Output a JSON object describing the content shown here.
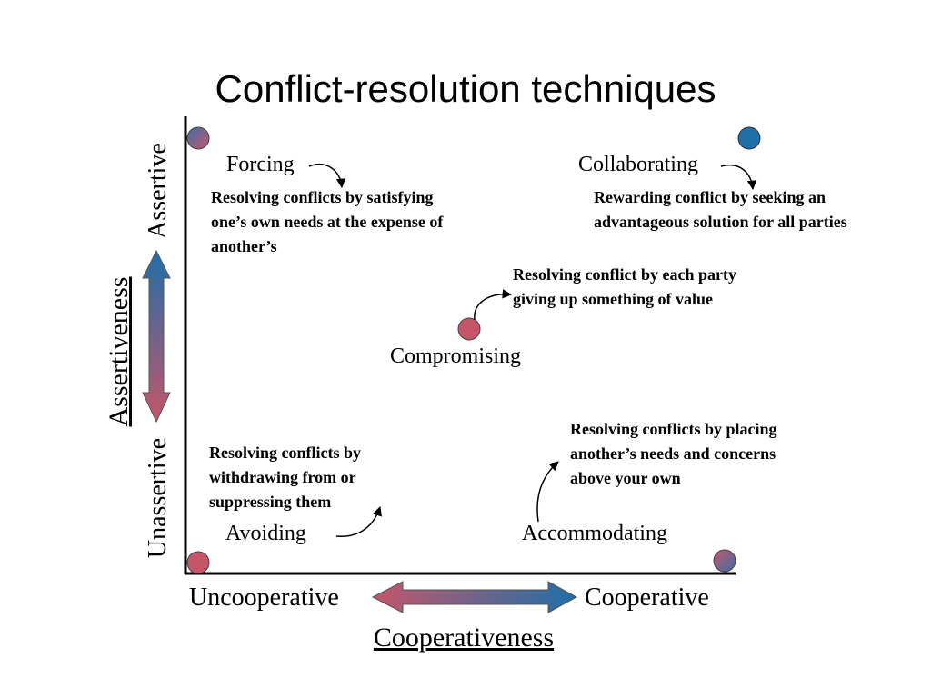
{
  "title": "Conflict-resolution techniques",
  "axes": {
    "x_title": "Cooperativeness",
    "x_low": "Uncooperative",
    "x_high": "Cooperative",
    "y_title": "Assertiveness",
    "y_low": "Unassertive",
    "y_high": "Assertive"
  },
  "techniques": {
    "forcing": {
      "label": "Forcing",
      "description": "Resolving conflicts by satisfying one’s own needs at the expense of another’s"
    },
    "collaborating": {
      "label": "Collaborating",
      "description": "Rewarding conflict by seeking an advantageous solution for all parties"
    },
    "compromising": {
      "label": "Compromising",
      "description": "Resolving conflict by each party giving up something of value"
    },
    "avoiding": {
      "label": "Avoiding",
      "description": "Resolving conflicts by withdrawing from or suppressing them"
    },
    "accommodating": {
      "label": "Accommodating",
      "description": "Resolving conflicts by placing another’s needs and concerns above your own"
    }
  },
  "colors": {
    "blue": "#1f6fa8",
    "red": "#c5566a",
    "axis": "#000000"
  }
}
